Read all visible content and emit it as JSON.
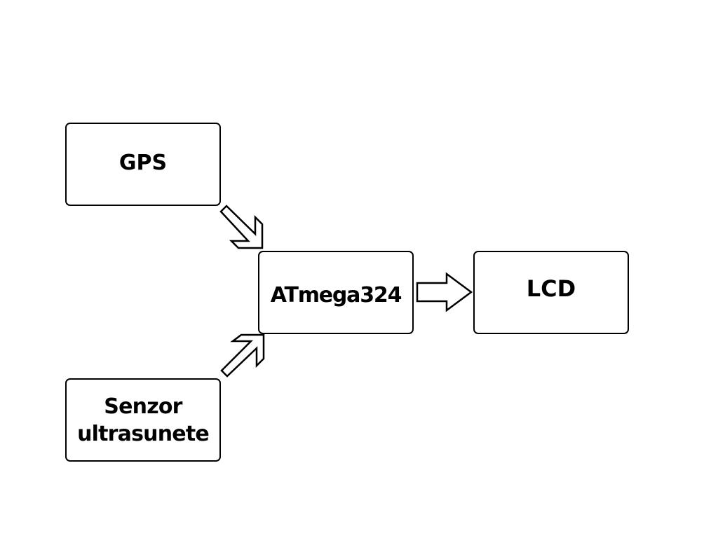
{
  "diagram": {
    "nodes": [
      {
        "id": "gps",
        "label": "GPS"
      },
      {
        "id": "sensor",
        "label_line1": "Senzor",
        "label_line2": "ultrasunete"
      },
      {
        "id": "mcu",
        "label": "ATmega324"
      },
      {
        "id": "lcd",
        "label": "LCD"
      }
    ],
    "edges": [
      {
        "from": "gps",
        "to": "mcu"
      },
      {
        "from": "sensor",
        "to": "mcu"
      },
      {
        "from": "mcu",
        "to": "lcd"
      }
    ],
    "colors": {
      "stroke": "#000000",
      "fill": "#ffffff",
      "background": "#ffffff"
    }
  }
}
